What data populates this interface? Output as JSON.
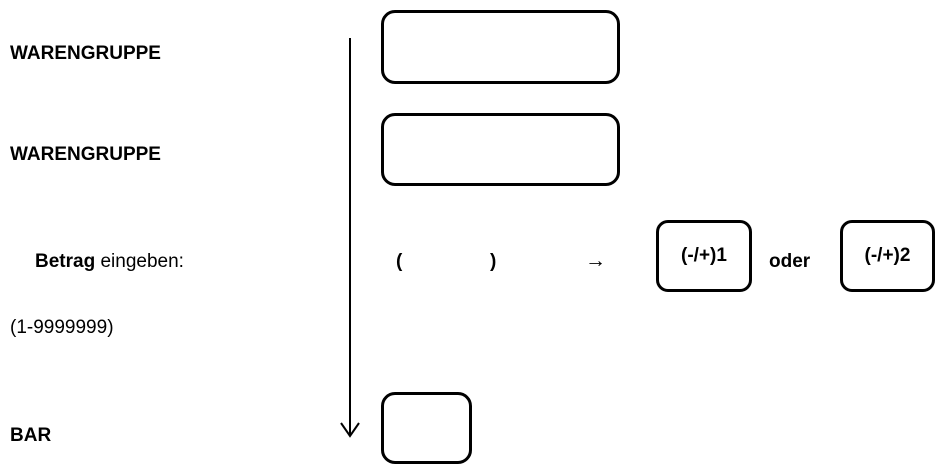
{
  "steps": {
    "warengruppe_1": "WARENGRUPPE",
    "warengruppe_2": "WARENGRUPPE",
    "betrag_bold": "Betrag",
    "betrag_rest": " eingeben:",
    "range": "(1-9999999)",
    "bar": "BAR"
  },
  "entry": {
    "paren_open": "(",
    "paren_close": ")",
    "arrow": "→"
  },
  "keys": {
    "sign_key_1": "(-/+)1",
    "connector": "oder",
    "sign_key_2": "(-/+)2"
  }
}
